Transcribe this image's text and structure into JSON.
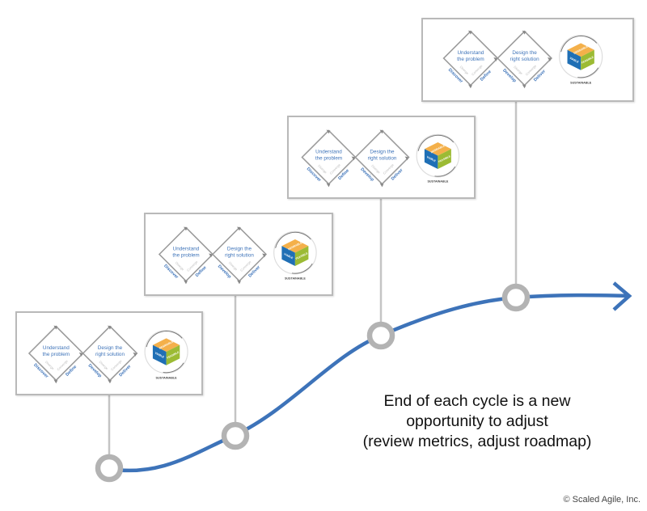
{
  "cycle": {
    "diamond1": {
      "title_line1": "Understand",
      "title_line2": "the problem",
      "left": "Discover",
      "right": "Define",
      "left_sub": "Diverge",
      "right_sub": "Converge"
    },
    "diamond2": {
      "title_line1": "Design the",
      "title_line2": "right solution",
      "left": "Develop",
      "right": "Deliver",
      "left_sub": "Diverge",
      "right_sub": "Converge"
    },
    "cube": {
      "top": "DESIRABLE",
      "left": "VIABLE",
      "right": "FEASIBLE",
      "bottom": "SUSTAINABLE"
    }
  },
  "cards_count_label": "",
  "caption": {
    "line1": "End of each cycle is a new",
    "line2": "opportunity to adjust",
    "line3": "(review metrics, adjust roadmap)"
  },
  "copyright": "© Scaled Agile, Inc.",
  "colors": {
    "curve": "#3d73b9",
    "milestone": "#b3b3b3",
    "text_blue": "#3d73b9",
    "cube_top": "#f4b04a",
    "cube_left": "#1f6fb5",
    "cube_right": "#9cbb34"
  }
}
